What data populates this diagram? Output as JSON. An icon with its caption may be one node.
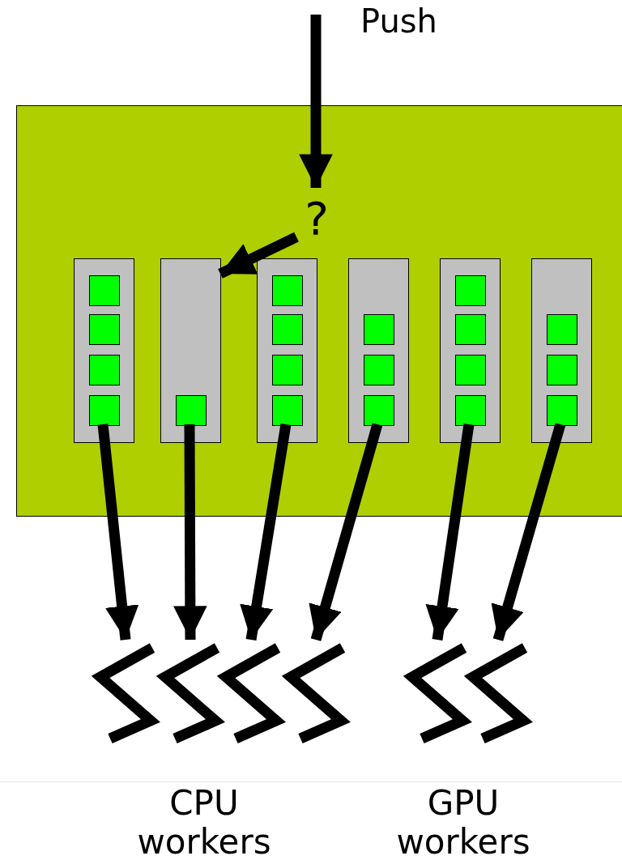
{
  "diagram": {
    "nodes": [
      {
        "text": [],
        "shape": "box"
      },
      {
        "text": [
          "?"
        ],
        "in": 0
      },
      {
        "text": [],
        "shape": "box",
        "in": 0
      },
      {
        "text": [],
        "shape": "box",
        "in": 2
      },
      {
        "text": [],
        "shape": "box",
        "in": 2
      },
      {
        "text": [],
        "shape": "box",
        "in": 2
      },
      {
        "text": [],
        "shape": "box",
        "in": 2
      },
      {
        "text": [],
        "shape": "box",
        "in": 0
      },
      {
        "text": [],
        "shape": "box",
        "in": 7
      },
      {
        "text": [],
        "shape": "box",
        "in": 0
      },
      {
        "text": [],
        "shape": "box",
        "in": 9
      },
      {
        "text": [],
        "shape": "box",
        "in": 9
      },
      {
        "text": [],
        "shape": "box",
        "in": 9
      },
      {
        "text": [],
        "shape": "box",
        "in": 9
      },
      {
        "text": [],
        "shape": "box",
        "in": 0
      },
      {
        "text": [],
        "shape": "box",
        "in": 14
      },
      {
        "text": [],
        "shape": "box",
        "in": 14
      },
      {
        "text": [],
        "shape": "box",
        "in": 14
      },
      {
        "text": [],
        "shape": "box",
        "in": 0
      },
      {
        "text": [],
        "shape": "box",
        "in": 18
      },
      {
        "text": [],
        "shape": "box",
        "in": 18
      },
      {
        "text": [],
        "shape": "box",
        "in": 18
      },
      {
        "text": [],
        "shape": "box",
        "in": 18
      },
      {
        "text": [],
        "shape": "box",
        "in": 0
      },
      {
        "text": [],
        "shape": "box",
        "in": 23
      },
      {
        "text": [],
        "shape": "box",
        "in": 23
      },
      {
        "text": [],
        "shape": "box",
        "in": 23
      },
      {
        "text": [],
        "shape": "zigzag"
      },
      {
        "text": [],
        "shape": "zigzag"
      },
      {
        "text": [],
        "shape": "zigzag"
      },
      {
        "text": [],
        "shape": "zigzag"
      },
      {
        "text": [],
        "shape": "zigzag"
      },
      {
        "text": [],
        "shape": "zigzag"
      }
    ],
    "edges": [
      {
        "from": null,
        "to": 1,
        "arrow": "to",
        "label": "Push"
      },
      {
        "from": 1,
        "to": 7,
        "arrow": "to"
      },
      {
        "from": 6,
        "to": 27,
        "arrow": "to"
      },
      {
        "from": 8,
        "to": 28,
        "arrow": "to"
      },
      {
        "from": 13,
        "to": 29,
        "arrow": "to"
      },
      {
        "from": 17,
        "to": 30,
        "arrow": "to"
      },
      {
        "from": 22,
        "to": 31,
        "arrow": "to"
      },
      {
        "from": 26,
        "to": 32,
        "arrow": "to"
      }
    ],
    "labels": [
      "CPU workers",
      "GPU workers"
    ]
  }
}
